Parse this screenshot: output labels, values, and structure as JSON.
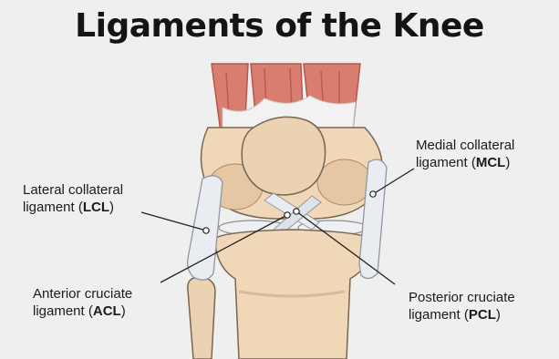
{
  "title": "Ligaments of the Knee",
  "labels": {
    "mcl": {
      "line1": "Medial collateral",
      "line2_prefix": "ligament (",
      "abbr": "MCL",
      "line2_suffix": ")"
    },
    "lcl": {
      "line1": "Lateral collateral",
      "line2_prefix": "ligament (",
      "abbr": "LCL",
      "line2_suffix": ")"
    },
    "acl": {
      "line1": "Anterior cruciate",
      "line2_prefix": "ligament (",
      "abbr": "ACL",
      "line2_suffix": ")"
    },
    "pcl": {
      "line1": "Posterior cruciate",
      "line2_prefix": "ligament (",
      "abbr": "PCL",
      "line2_suffix": ")"
    }
  },
  "colors": {
    "background": "#efefef",
    "bone": "#f0d7b8",
    "bone_shadow": "#dcb995",
    "muscle": "#d97d70",
    "muscle_dark": "#c0564c",
    "tendon": "#f1f1f1",
    "ligament": "#e9edf2",
    "ligament_shadow": "#c9d0da",
    "outline": "#7a6550",
    "leader": "#222222"
  }
}
